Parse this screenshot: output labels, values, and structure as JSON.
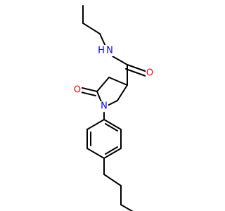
{
  "molecule": {
    "atoms": {
      "amide_nitrogen": {
        "label": "N",
        "color": "#0000ff"
      },
      "amide_hydrogen": {
        "label": "H",
        "color": "#0000ff"
      },
      "amide_oxygen": {
        "label": "O",
        "color": "#ff0000"
      },
      "lactam_oxygen": {
        "label": "O",
        "color": "#ff0000"
      },
      "ring_nitrogen": {
        "label": "N",
        "color": "#0000ff"
      }
    }
  }
}
